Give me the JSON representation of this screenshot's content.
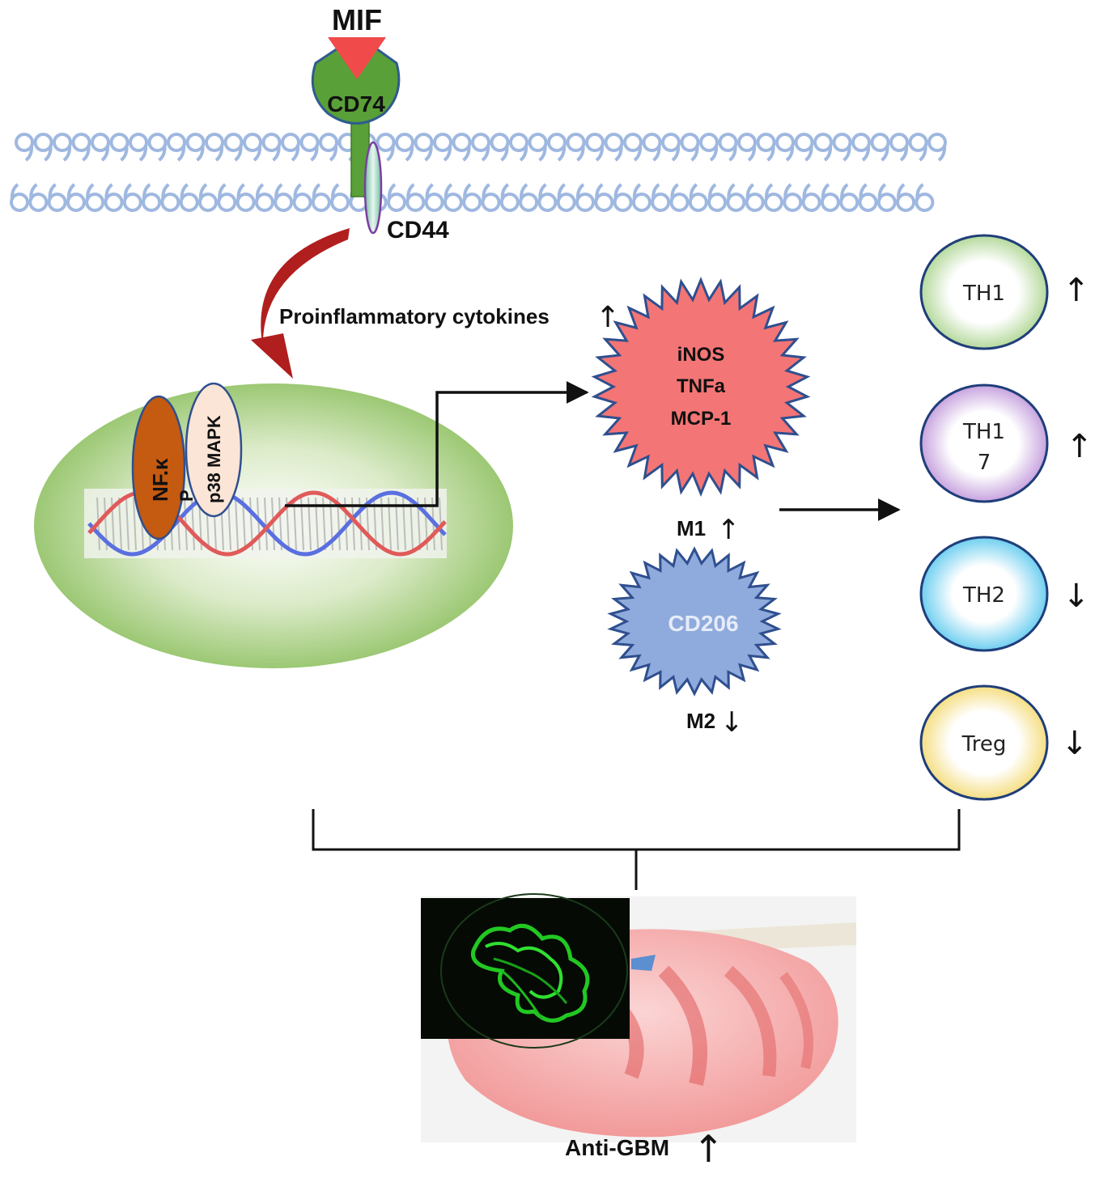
{
  "ligand": {
    "label": "MIF",
    "color": "#f04a4a"
  },
  "receptor": {
    "label": "CD74",
    "color": "#5aa038"
  },
  "coreceptor": {
    "label": "CD44"
  },
  "membrane": {
    "color": "#9fb8e0"
  },
  "nucleus": {
    "nfkb_label": "NF.κ",
    "p_label": "P",
    "p38_label": "p38 MAPK"
  },
  "cytokine_label": "Proinflammatory cytokines",
  "up_arrow": "↑",
  "down_arrow": "↓",
  "m1": {
    "markers": [
      "iNOS",
      "TNFa",
      "MCP-1"
    ],
    "label": "M1",
    "trend": "↑",
    "color": "#f47575"
  },
  "m2": {
    "marker": "CD206",
    "label": "M2",
    "trend": "↓",
    "color": "#8faadc"
  },
  "t_cells": [
    {
      "label": "TH1",
      "trend": "↑",
      "tint": "#b5d99c"
    },
    {
      "label_line1": "TH1",
      "label_line2": "7",
      "trend": "↑",
      "tint": "#c7a3de"
    },
    {
      "label": "TH2",
      "trend": "↓",
      "tint": "#6fcff0"
    },
    {
      "label": "Treg",
      "trend": "↓",
      "tint": "#f5de82"
    }
  ],
  "outcome": {
    "label": "Anti-GBM",
    "trend": "↑"
  }
}
